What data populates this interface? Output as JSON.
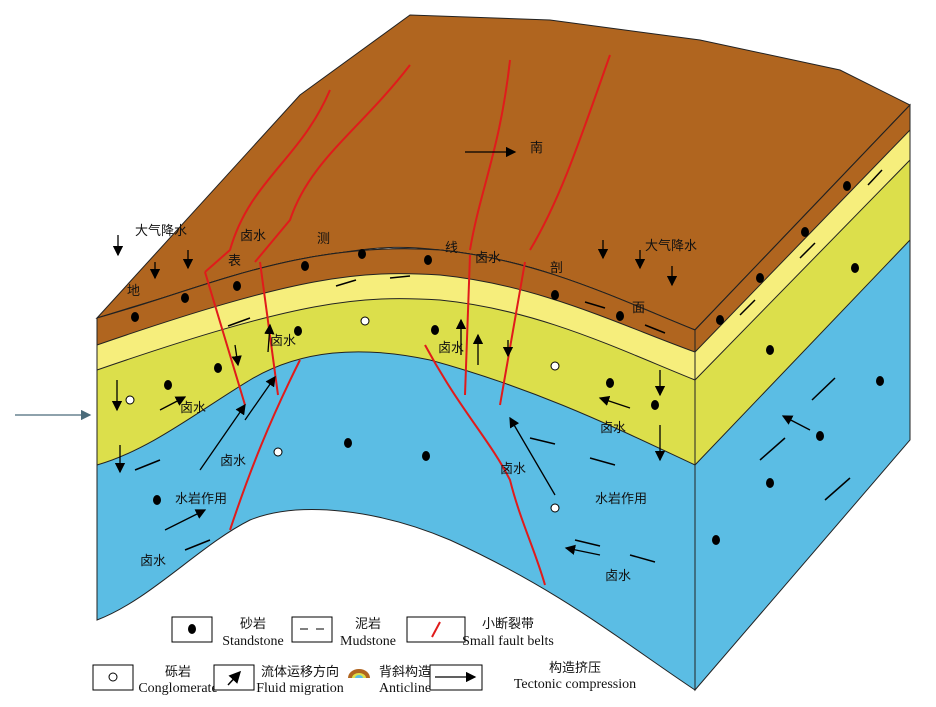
{
  "colors": {
    "soil": "#b0651f",
    "upper": "#f6ee7c",
    "sand": "#dcdf4b",
    "deep": "#5bbde4",
    "fault": "#e01b1b"
  },
  "labels": {
    "precip_left": "大气降水",
    "precip_right": "大气降水",
    "south": "南",
    "profile": [
      "地",
      "表",
      "测",
      "线",
      "剖",
      "面"
    ],
    "brine": "卤水",
    "water_rock": "水岩作用"
  },
  "legend": [
    {
      "cn": "砂岩",
      "en": "Standstone"
    },
    {
      "cn": "泥岩",
      "en": "Mudstone"
    },
    {
      "cn": "小断裂带",
      "en": "Small  fault belts"
    },
    {
      "cn": "砾岩",
      "en": "Conglomerate"
    },
    {
      "cn": "流体运移方向",
      "en": "Fluid migration"
    },
    {
      "cn": "背斜构造",
      "en": "Anticline"
    },
    {
      "cn": "构造挤压",
      "en": "Tectonic compression"
    }
  ]
}
